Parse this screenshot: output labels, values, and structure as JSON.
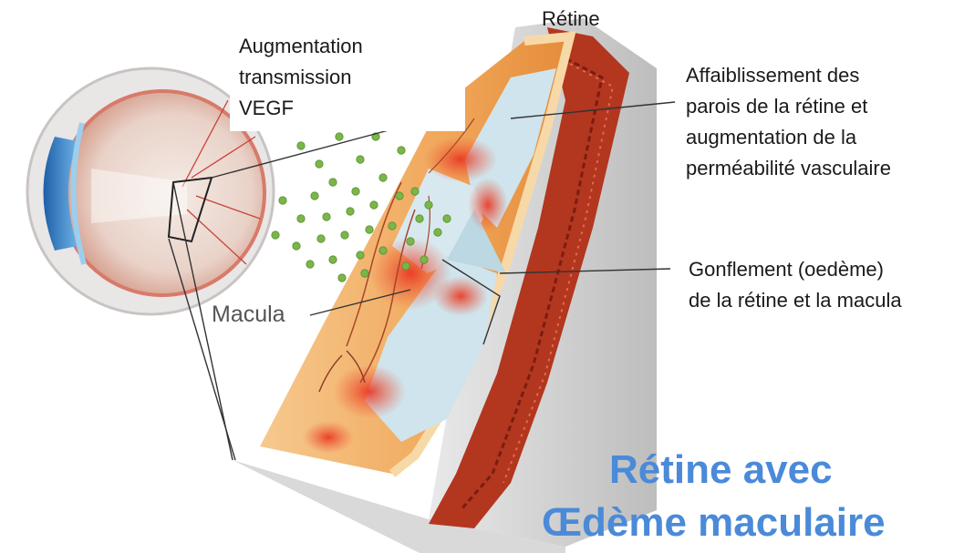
{
  "labels": {
    "retina_top": "Rétine",
    "vegf": [
      "Augmentation",
      "transmission",
      "VEGF"
    ],
    "weakening": [
      "Affaiblissement des",
      "parois de la rétine et",
      "augmentation de la",
      "perméabilité vasculaire"
    ],
    "macula": "Macula",
    "swelling": [
      "Gonflement (oedème)",
      "de la rétine et la macula"
    ]
  },
  "title": [
    "Rétine avec",
    "Œdème maculaire"
  ],
  "colors": {
    "title": "#4a8ad8",
    "label_text": "#1a1a1a",
    "macula_text": "#555555",
    "retina_orange": "#f0a75a",
    "retina_fluid": "#cfe4ec",
    "vessel_red": "#b83a22",
    "vegf_green": "#7ab648",
    "leader_line": "#333333"
  }
}
